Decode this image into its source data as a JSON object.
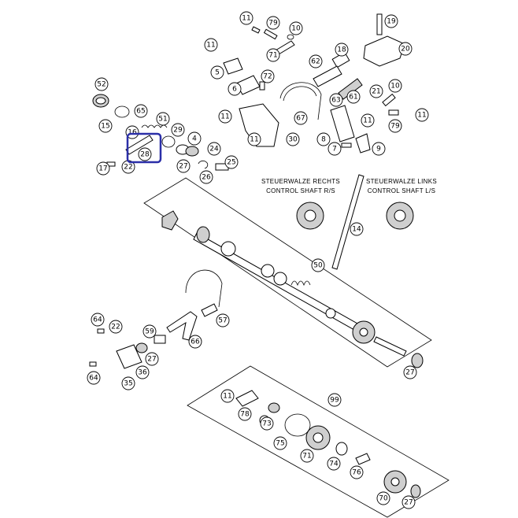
{
  "callouts": {
    "c11a": "11",
    "c79a": "79",
    "c10a": "10",
    "c19": "19",
    "c20": "20",
    "c11b": "11",
    "c71": "71",
    "c18": "18",
    "c62": "62",
    "c5": "5",
    "c72": "72",
    "c6": "6",
    "c63": "63",
    "c52": "52",
    "c65": "65",
    "c15": "15",
    "c16": "16",
    "c51": "51",
    "c28": "28",
    "c29": "29",
    "c4": "4",
    "c24": "24",
    "c25": "25",
    "c17": "17",
    "c22a": "22",
    "c27a": "27",
    "c26": "26",
    "c11c": "11",
    "c11d": "11",
    "c67": "67",
    "c30": "30",
    "c8": "8",
    "c7": "7",
    "c9": "9",
    "c11e": "11",
    "c61": "61",
    "c21": "21",
    "c10b": "10",
    "c11f": "11",
    "c79b": "79",
    "c14": "14",
    "c50": "50",
    "c64a": "64",
    "c22b": "22",
    "c59": "59",
    "c57": "57",
    "c66": "66",
    "c35": "35",
    "c64b": "64",
    "c36": "36",
    "c27b": "27",
    "c27c": "27",
    "c99": "99",
    "c11g": "11",
    "c78": "78",
    "c73": "73",
    "c75": "75",
    "c71b": "71",
    "c74": "74",
    "c76": "76",
    "c70": "70",
    "c27d": "27"
  },
  "captions": {
    "right_de": "STEUERWALZE RECHTS",
    "right_en": "CONTROL SHAFT R/S",
    "left_de": "STEUERWALZE LINKS",
    "left_en": "CONTROL SHAFT L/S"
  },
  "highlight": {
    "target": "28",
    "color": "#2b2fa8"
  }
}
